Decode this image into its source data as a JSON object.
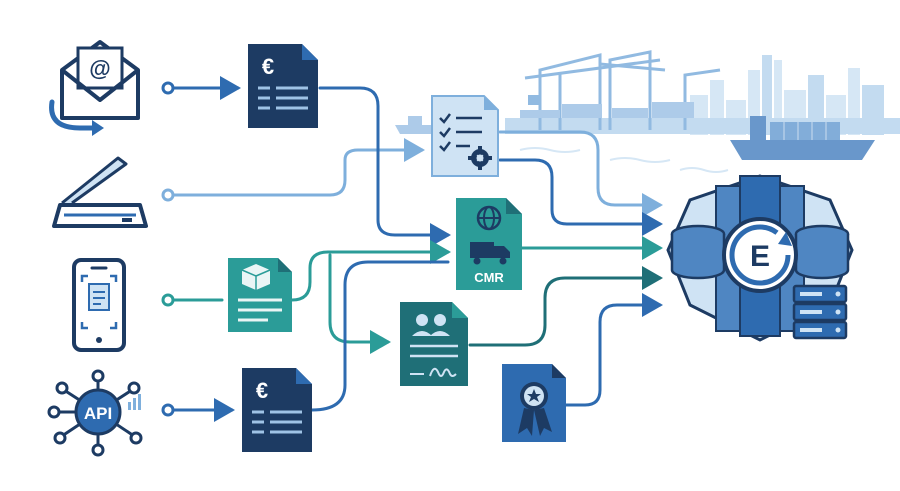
{
  "labels": {
    "email_symbol": "@",
    "euro_symbol": "€",
    "cmr": "CMR",
    "api": "API",
    "platform_letter": "E"
  },
  "colors": {
    "navy": "#1d3b63",
    "blue": "#2e6bb0",
    "light_blue": "#7eafdc",
    "pale_blue": "#cfe3f4",
    "teal": "#2b9c98",
    "dark_teal": "#1f6f77",
    "background": "#ffffff"
  },
  "icons": {
    "sources": [
      "email-icon",
      "scanner-icon",
      "smartphone-scan-icon",
      "api-hub-icon"
    ],
    "documents": [
      "euro-invoice-icon",
      "checklist-settings-document-icon",
      "cmr-transport-document-icon",
      "package-document-icon",
      "signed-contract-document-icon",
      "euro-invoice-icon",
      "certificate-document-icon"
    ],
    "destination": "e-invoicing-platform-icon"
  }
}
